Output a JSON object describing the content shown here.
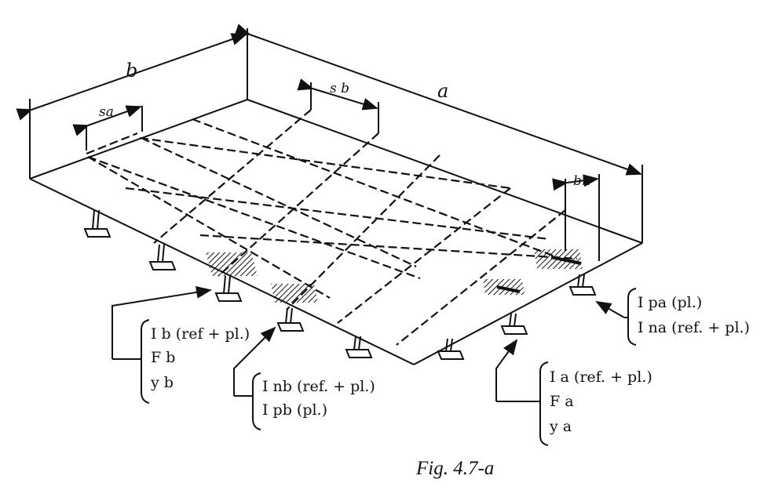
{
  "dimensions": {
    "b": "b",
    "a": "a",
    "sa": "sa",
    "sb": "s b",
    "bn": "bn"
  },
  "annotations": {
    "left": [
      "I b (ref + pl.)",
      "F b",
      "y b"
    ],
    "center": [
      "I nb (ref. + pl.)",
      "I pb (pl.)"
    ],
    "bottom_right": [
      "I a (ref. + pl.)",
      "F a",
      "y a"
    ],
    "right": [
      "I pa (pl.)",
      "I na (ref. + pl.)"
    ]
  },
  "caption": "Fig. 4.7-a"
}
